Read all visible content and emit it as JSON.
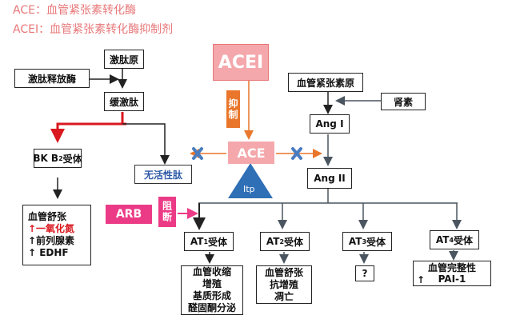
{
  "legend": {
    "ace": "ACE：血管紧张素转化酶",
    "acei": "ACEI：血管紧张素转化酶抑制剂"
  },
  "nodes": {
    "kininogen": "激肽原",
    "kallikrein": "激肽释放酶",
    "bradykinin": "缓激肽",
    "bk_receptor_prefix": "BK B",
    "bk_receptor_sub": "2",
    "bk_receptor_suffix": "受体",
    "inactive_peptide": "无活性肽",
    "acei": "ACEI",
    "inhibit": "抑制",
    "ace": "ACE",
    "itp": "Itp",
    "angiotensinogen": "血管紧张素原",
    "renin": "肾素",
    "ang1": "Ang I",
    "ang2": "Ang II",
    "arb": "ARB",
    "block": "阻断",
    "at1_prefix": "AT",
    "at1_sub": "1",
    "at1_suffix": "受体",
    "at2_prefix": "AT",
    "at2_sub": "2",
    "at2_suffix": "受体",
    "at3_prefix": "AT",
    "at3_sub": "3",
    "at3_suffix": "受体",
    "at4_prefix": "AT",
    "at4_sub": "4",
    "at4_suffix": "受体"
  },
  "effects": {
    "bk": {
      "line1": "血管舒张",
      "line2": "↑一氧化氮",
      "line3": "↑前列腺素",
      "line4": "↑ EDHF"
    },
    "at1": [
      "血管收缩",
      "增殖",
      "基质形成",
      "醛固酮分泌"
    ],
    "at2": [
      "血管舒张",
      "抗增殖",
      "凋亡"
    ],
    "at3": "?",
    "at4_line1": "血管完整性",
    "at4_line2": "PAI-1",
    "at4_arrow": "↑"
  },
  "colors": {
    "pink": "#f4a8ac",
    "orange": "#e9762b",
    "magenta": "#ec3b86",
    "red": "#d9181f",
    "blue_x": "#4a7cc0",
    "triangle": "#2f6fb6"
  }
}
